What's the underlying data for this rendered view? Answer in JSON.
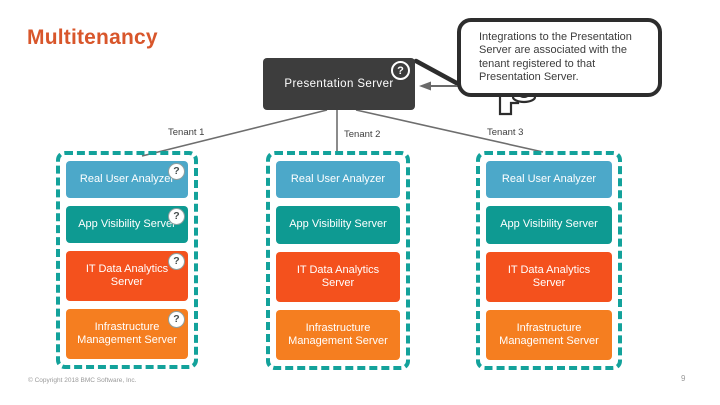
{
  "slide": {
    "title": "Multitenancy",
    "page_number": "9",
    "copyright": "© Copyright 2018 BMC Software, Inc."
  },
  "diagram": {
    "root": {
      "label": "Presentation Server"
    },
    "help_glyph": "?",
    "callout": {
      "text": "Integrations to the Presentation Server are associated with the tenant registered to that Presentation Server."
    },
    "tenants": [
      {
        "label": "Tenant 1",
        "has_help_badges": true,
        "services": [
          {
            "name": "Real User Analyzer"
          },
          {
            "name": "App Visibility Server"
          },
          {
            "name": "IT Data Analytics Server"
          },
          {
            "name": "Infrastructure Management Server"
          }
        ]
      },
      {
        "label": "Tenant 2",
        "has_help_badges": false,
        "services": [
          {
            "name": "Real User Analyzer"
          },
          {
            "name": "App Visibility Server"
          },
          {
            "name": "IT Data Analytics Server"
          },
          {
            "name": "Infrastructure Management Server"
          }
        ]
      },
      {
        "label": "Tenant 3",
        "has_help_badges": false,
        "services": [
          {
            "name": "Real User Analyzer"
          },
          {
            "name": "App Visibility Server"
          },
          {
            "name": "IT Data Analytics Server"
          },
          {
            "name": "Infrastructure Management Server"
          }
        ]
      }
    ],
    "colors": {
      "title": "#d8562b",
      "root_box": "#3d3d3d",
      "tenant_border": "#13a29b",
      "real_user_analyzer": "#4ca8c9",
      "app_visibility_server": "#0e9a92",
      "it_data_analytics_server": "#f4511d",
      "infrastructure_management_server": "#f57e20",
      "connector": "#6e6e6e",
      "callout_border": "#2d2d2d"
    }
  }
}
